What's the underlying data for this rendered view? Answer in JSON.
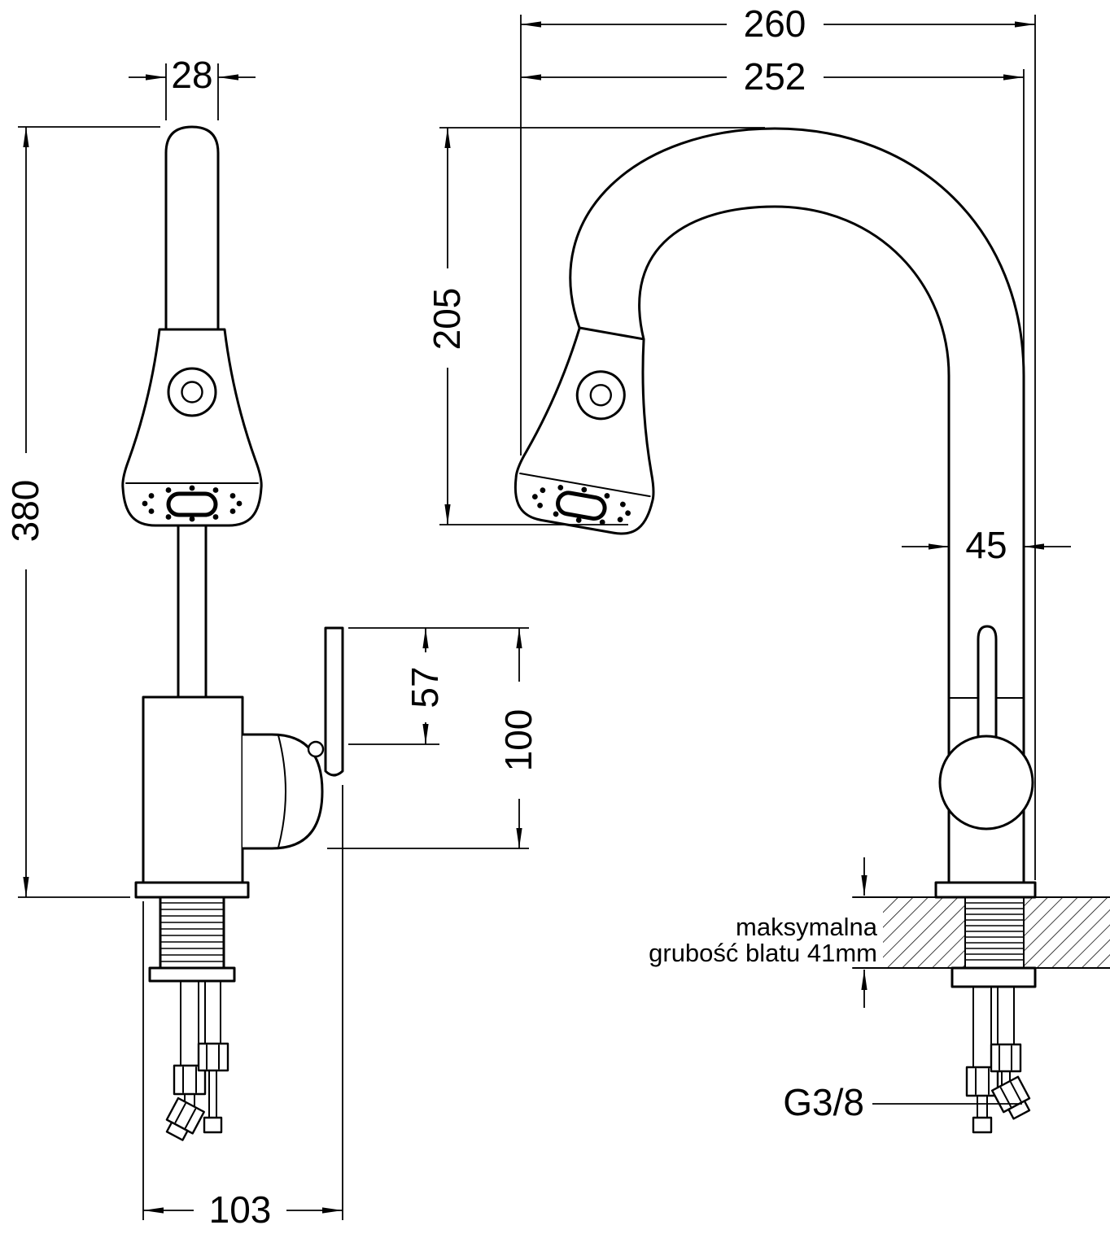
{
  "drawing": {
    "front_view": {
      "spout_width": "28",
      "overall_height": "380",
      "handle_upper": "57",
      "handle_height": "100",
      "base_depth": "103"
    },
    "side_view": {
      "overall_reach": "260",
      "spout_reach": "252",
      "spout_height": "205",
      "column_depth": "45",
      "counter_note_line1": "maksymalna",
      "counter_note_line2": "grubość blatu 41mm",
      "thread_size": "G3/8"
    }
  }
}
